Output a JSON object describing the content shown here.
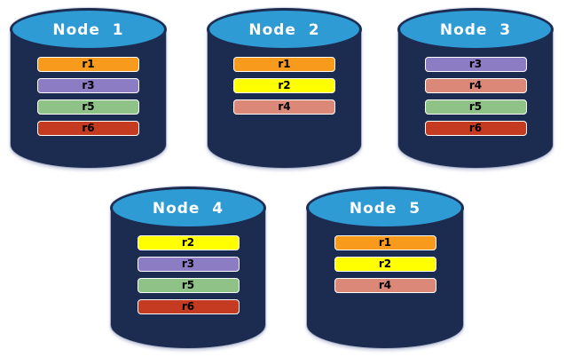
{
  "diagram": {
    "type": "database-replica-distribution",
    "nodes": [
      {
        "label": "Node  1",
        "replicas": [
          "r1",
          "r3",
          "r5",
          "r6"
        ]
      },
      {
        "label": "Node  2",
        "replicas": [
          "r1",
          "r2",
          "r4"
        ]
      },
      {
        "label": "Node  3",
        "replicas": [
          "r3",
          "r4",
          "r5",
          "r6"
        ]
      },
      {
        "label": "Node  4",
        "replicas": [
          "r2",
          "r3",
          "r5",
          "r6"
        ]
      },
      {
        "label": "Node  5",
        "replicas": [
          "r1",
          "r2",
          "r4"
        ]
      }
    ],
    "replica_colors": {
      "r1": "#F89B1C",
      "r2": "#FFFF00",
      "r3": "#8C7CC4",
      "r4": "#DB8878",
      "r5": "#8EC287",
      "r6": "#C53B22"
    },
    "cylinder_colors": {
      "body": "#1C2B50",
      "top": "#2E9BD5"
    }
  }
}
